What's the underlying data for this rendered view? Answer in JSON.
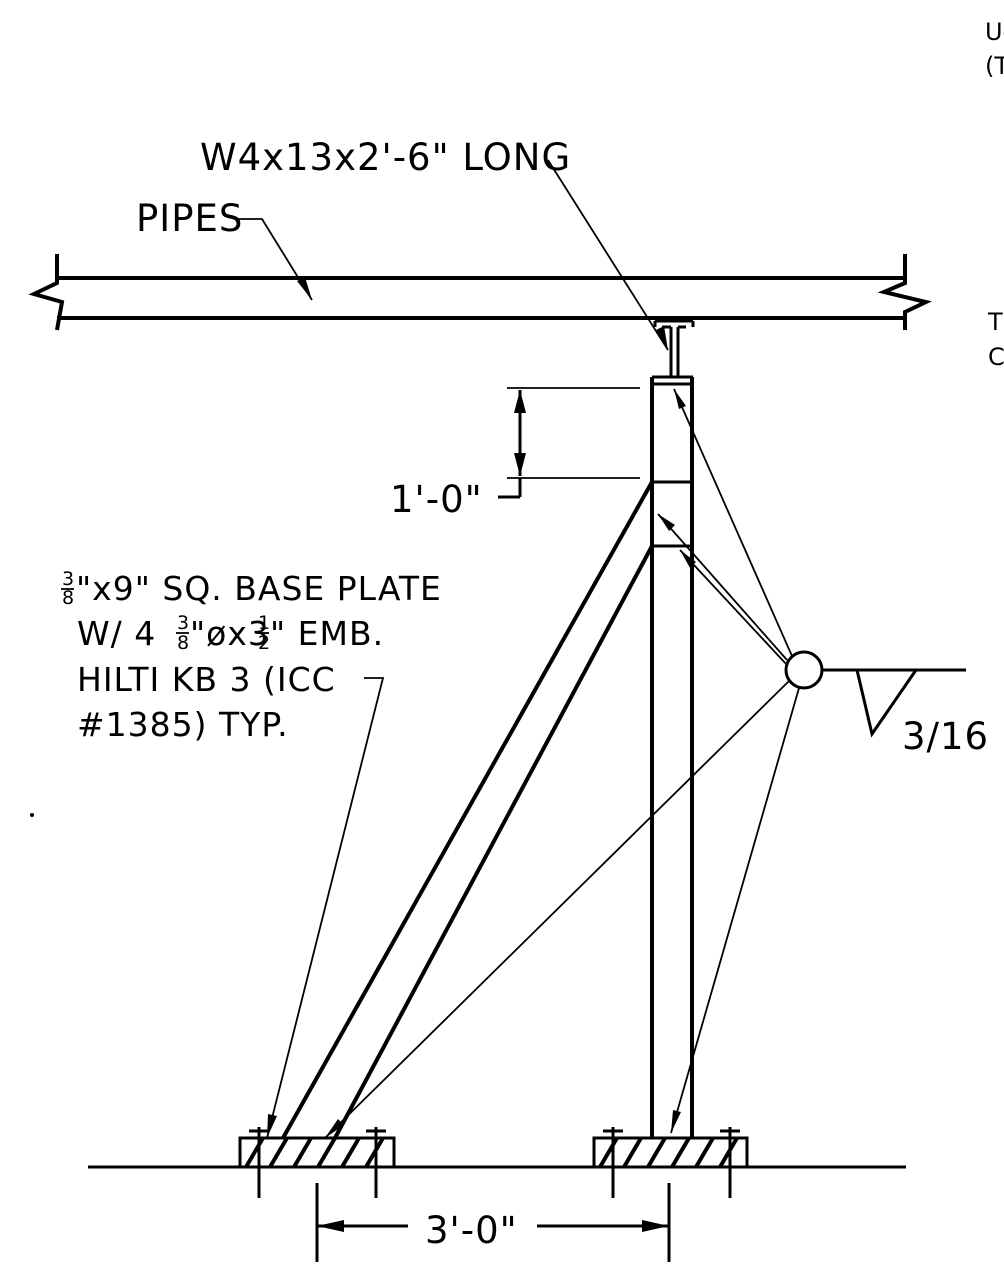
{
  "labels": {
    "corner_top_1": "U-",
    "corner_top_2": "(T",
    "corner_mid_1": "T",
    "corner_mid_2": "C",
    "beam": "W4x13x2'-6\" LONG",
    "pipes": "PIPES",
    "vertical_dim": "1'-0\"",
    "base_plate_line1_frac_num": "3",
    "base_plate_line1_frac_den": "8",
    "base_plate_line1": "\"x9\" SQ. BASE PLATE",
    "base_plate_line2_a": "W/ 4",
    "base_plate_line2_frac1_num": "3",
    "base_plate_line2_frac1_den": "8",
    "base_plate_line2_b": "\"øx3",
    "base_plate_line2_frac2_num": "1",
    "base_plate_line2_frac2_den": "2",
    "base_plate_line2_c": "\" EMB.",
    "base_plate_line3": "HILTI KB 3 (ICC",
    "base_plate_line4": "#1385) TYP.",
    "weld_size": "3/16",
    "horizontal_dim": "3'-0\""
  }
}
